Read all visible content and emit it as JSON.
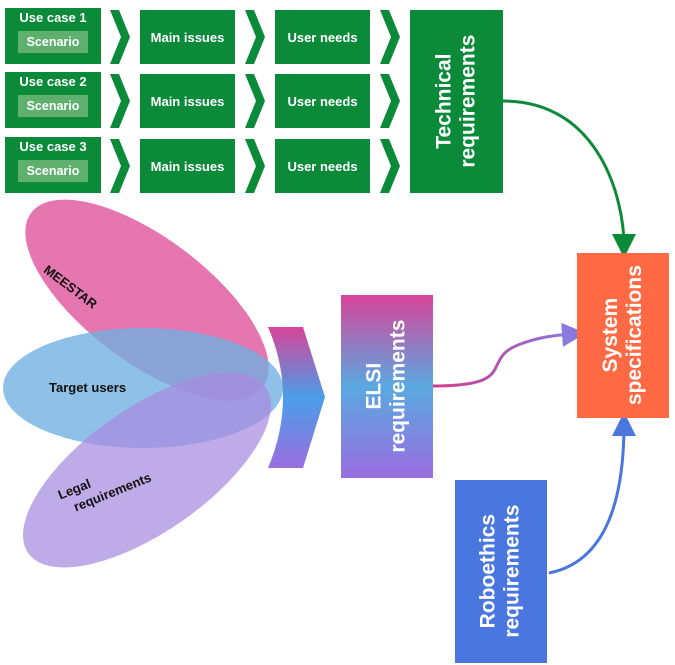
{
  "use_case_rows": [
    {
      "use_case": "Use case 1",
      "scenario": "Scenario",
      "issues": "Main issues",
      "needs": "User needs"
    },
    {
      "use_case": "Use case 2",
      "scenario": "Scenario",
      "issues": "Main issues",
      "needs": "User needs"
    },
    {
      "use_case": "Use case 3",
      "scenario": "Scenario",
      "issues": "Main issues",
      "needs": "User needs"
    }
  ],
  "technical": {
    "line1": "Technical",
    "line2": "requirements"
  },
  "ellipses": {
    "meestar": "MEESTAR",
    "target": "Target users",
    "legal_line1": "Legal",
    "legal_line2": "requirements"
  },
  "elsi": {
    "line1": "ELSI",
    "line2": "requirements"
  },
  "system": {
    "line1": "System",
    "line2": "specifications"
  },
  "roboethics": {
    "line1": "Roboethics",
    "line2": "requirements"
  },
  "colors": {
    "green": "#0b8a3a",
    "scenario_green": "#5fb06e",
    "orange": "#ff6a45",
    "blue": "#4a76e0",
    "pink": "#d33a8a",
    "light_blue": "#5fa8e0",
    "purple": "#9a7ae0"
  }
}
